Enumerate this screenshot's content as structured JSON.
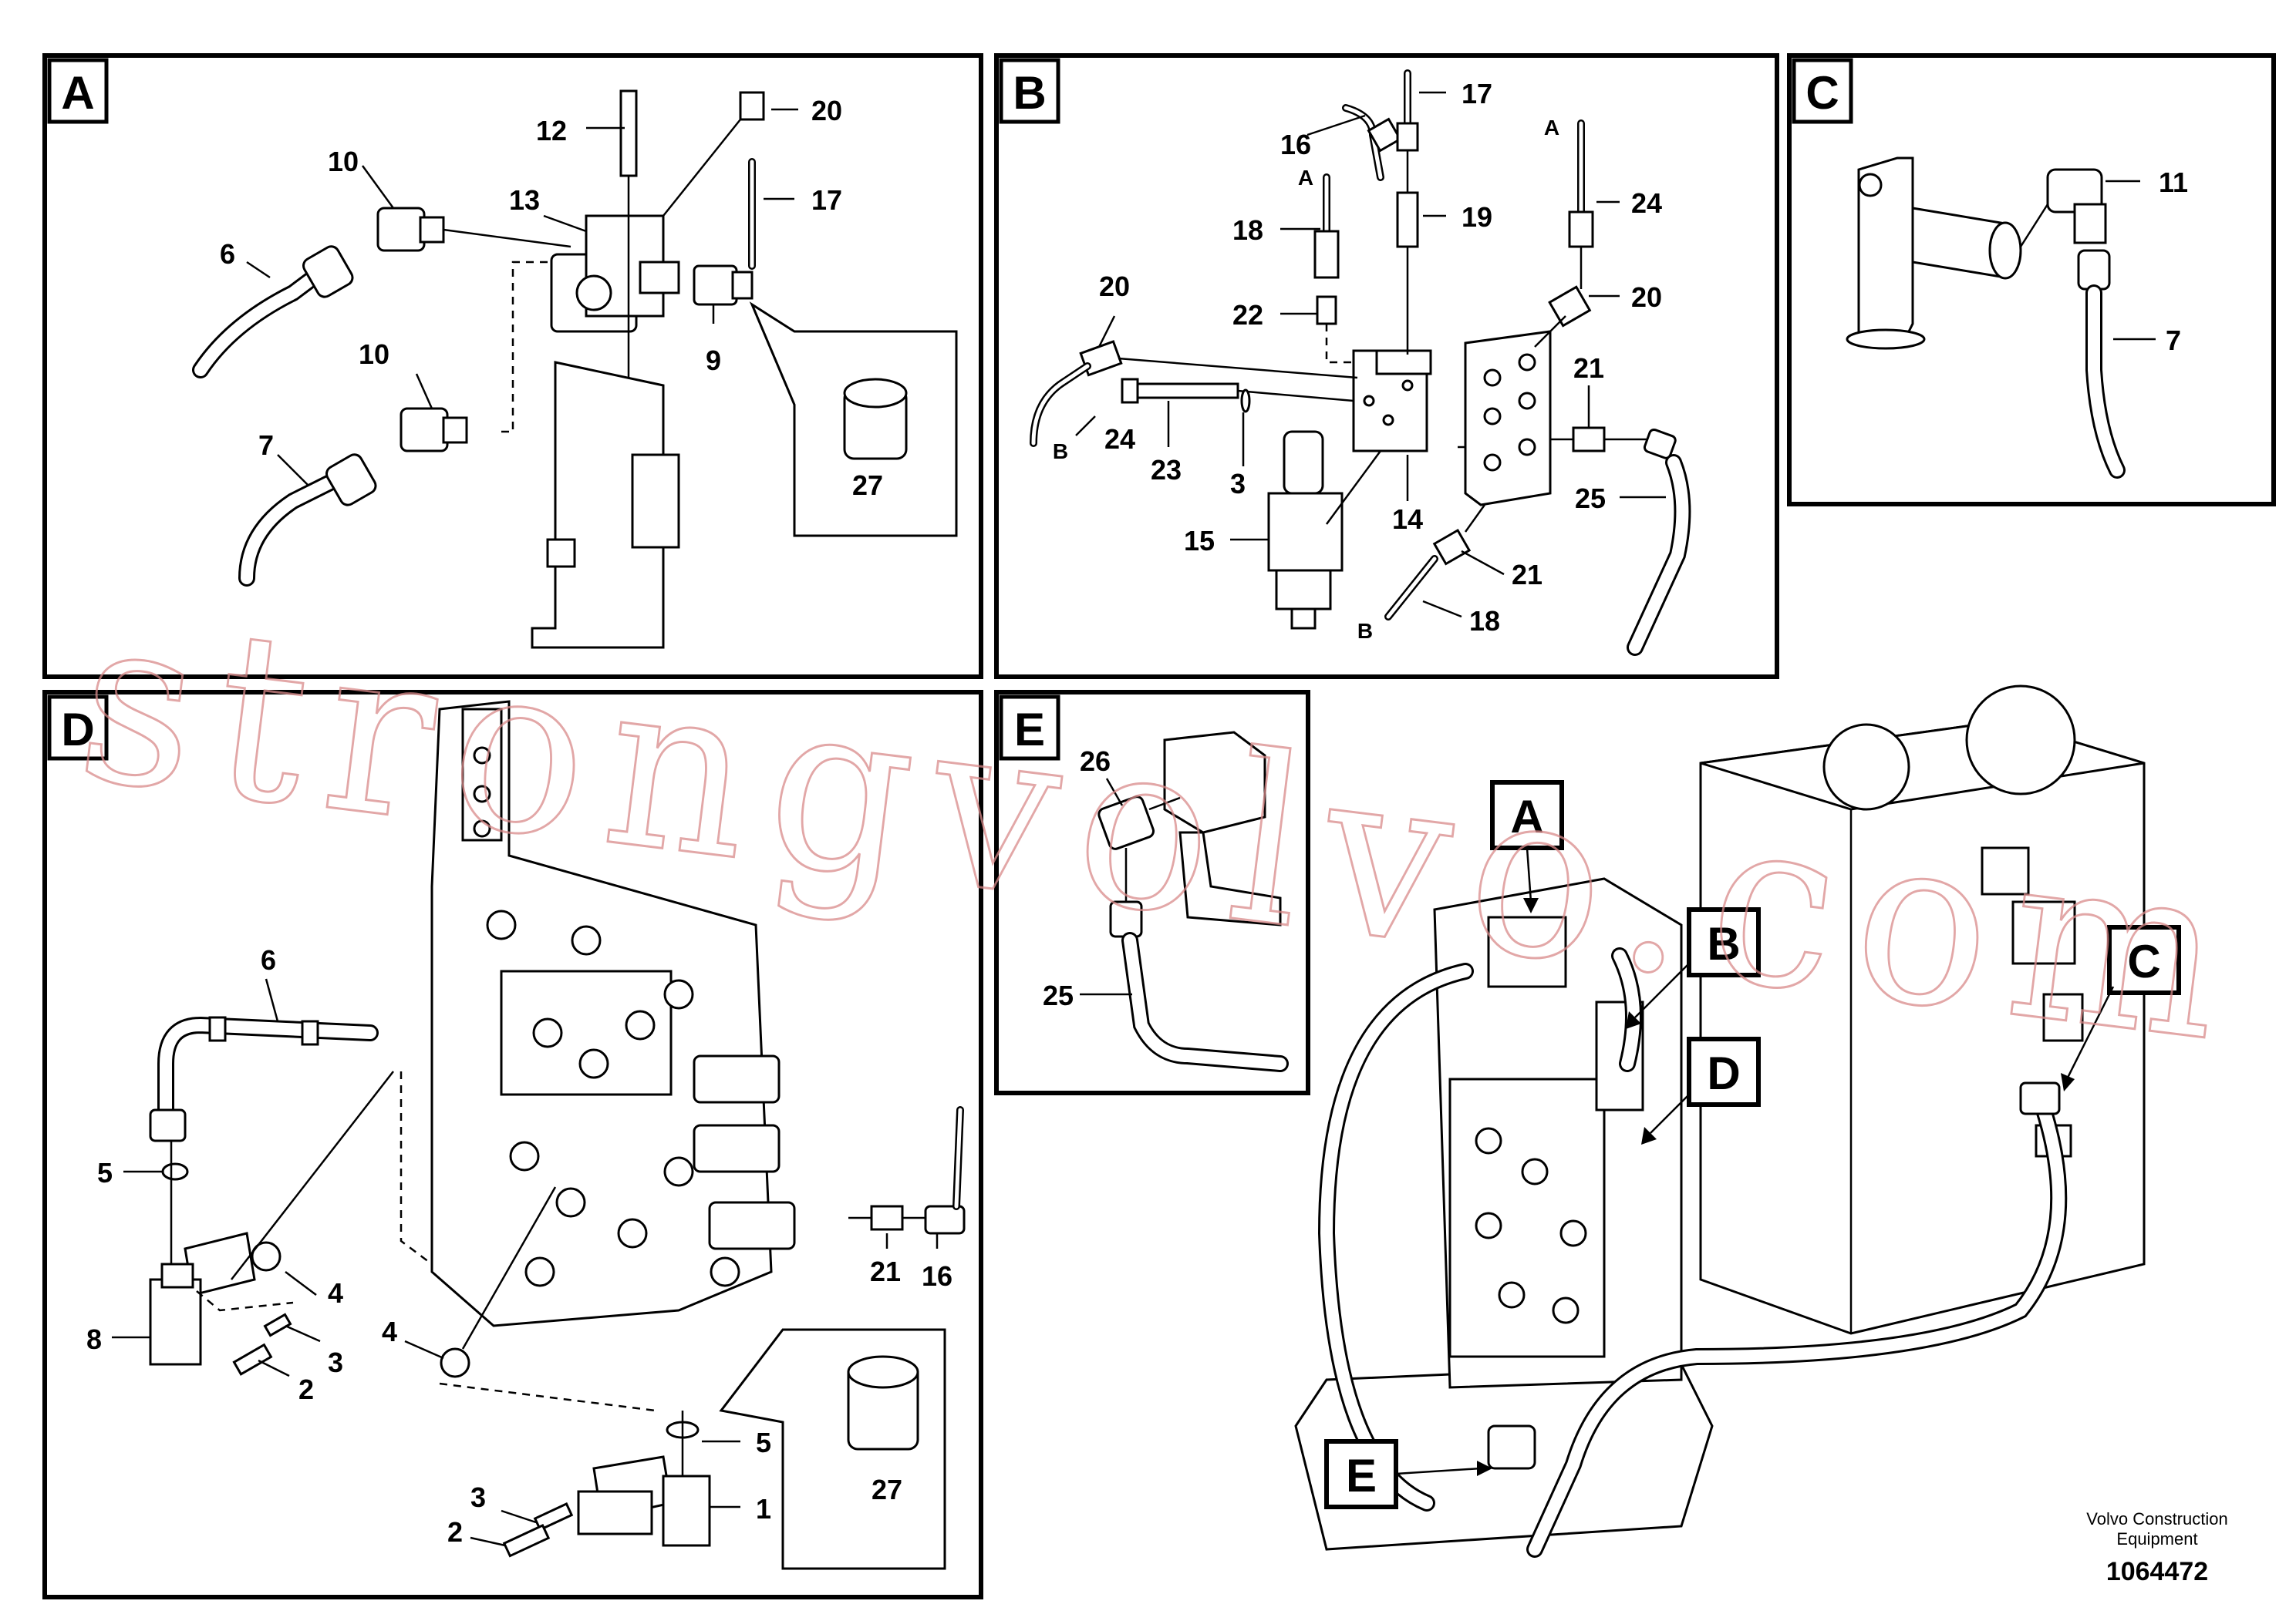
{
  "panels": {
    "A": {
      "letter": "A",
      "callouts": {
        "c6": "6",
        "c7": "7",
        "c9": "9",
        "c10a": "10",
        "c10b": "10",
        "c12": "12",
        "c13": "13",
        "c17": "17",
        "c20": "20",
        "c27": "27"
      }
    },
    "B": {
      "letter": "B",
      "callouts": {
        "c3": "3",
        "c14": "14",
        "c15": "15",
        "c16": "16",
        "c17": "17",
        "c18a": "18",
        "c18b": "18",
        "c19": "19",
        "c20a": "20",
        "c20b": "20",
        "c21a": "21",
        "c21b": "21",
        "c22": "22",
        "c23": "23",
        "c24a": "24",
        "c24b": "24",
        "c25": "25"
      },
      "letters": {
        "a1": "A",
        "a2": "A",
        "b1": "B",
        "b2": "B"
      }
    },
    "C": {
      "letter": "C",
      "callouts": {
        "c7": "7",
        "c11": "11"
      }
    },
    "D": {
      "letter": "D",
      "callouts": {
        "c1": "1",
        "c2a": "2",
        "c2b": "2",
        "c3a": "3",
        "c3b": "3",
        "c4a": "4",
        "c4b": "4",
        "c5a": "5",
        "c5b": "5",
        "c6": "6",
        "c8": "8",
        "c16": "16",
        "c21": "21",
        "c27": "27"
      }
    },
    "E": {
      "letter": "E",
      "callouts": {
        "c25": "25",
        "c26": "26"
      }
    }
  },
  "overview": {
    "A": "A",
    "B": "B",
    "C": "C",
    "D": "D",
    "E": "E"
  },
  "watermark": "strongvolvo.com",
  "footer": {
    "company_line1": "Volvo Construction",
    "company_line2": "Equipment",
    "drawing_number": "1064472"
  }
}
